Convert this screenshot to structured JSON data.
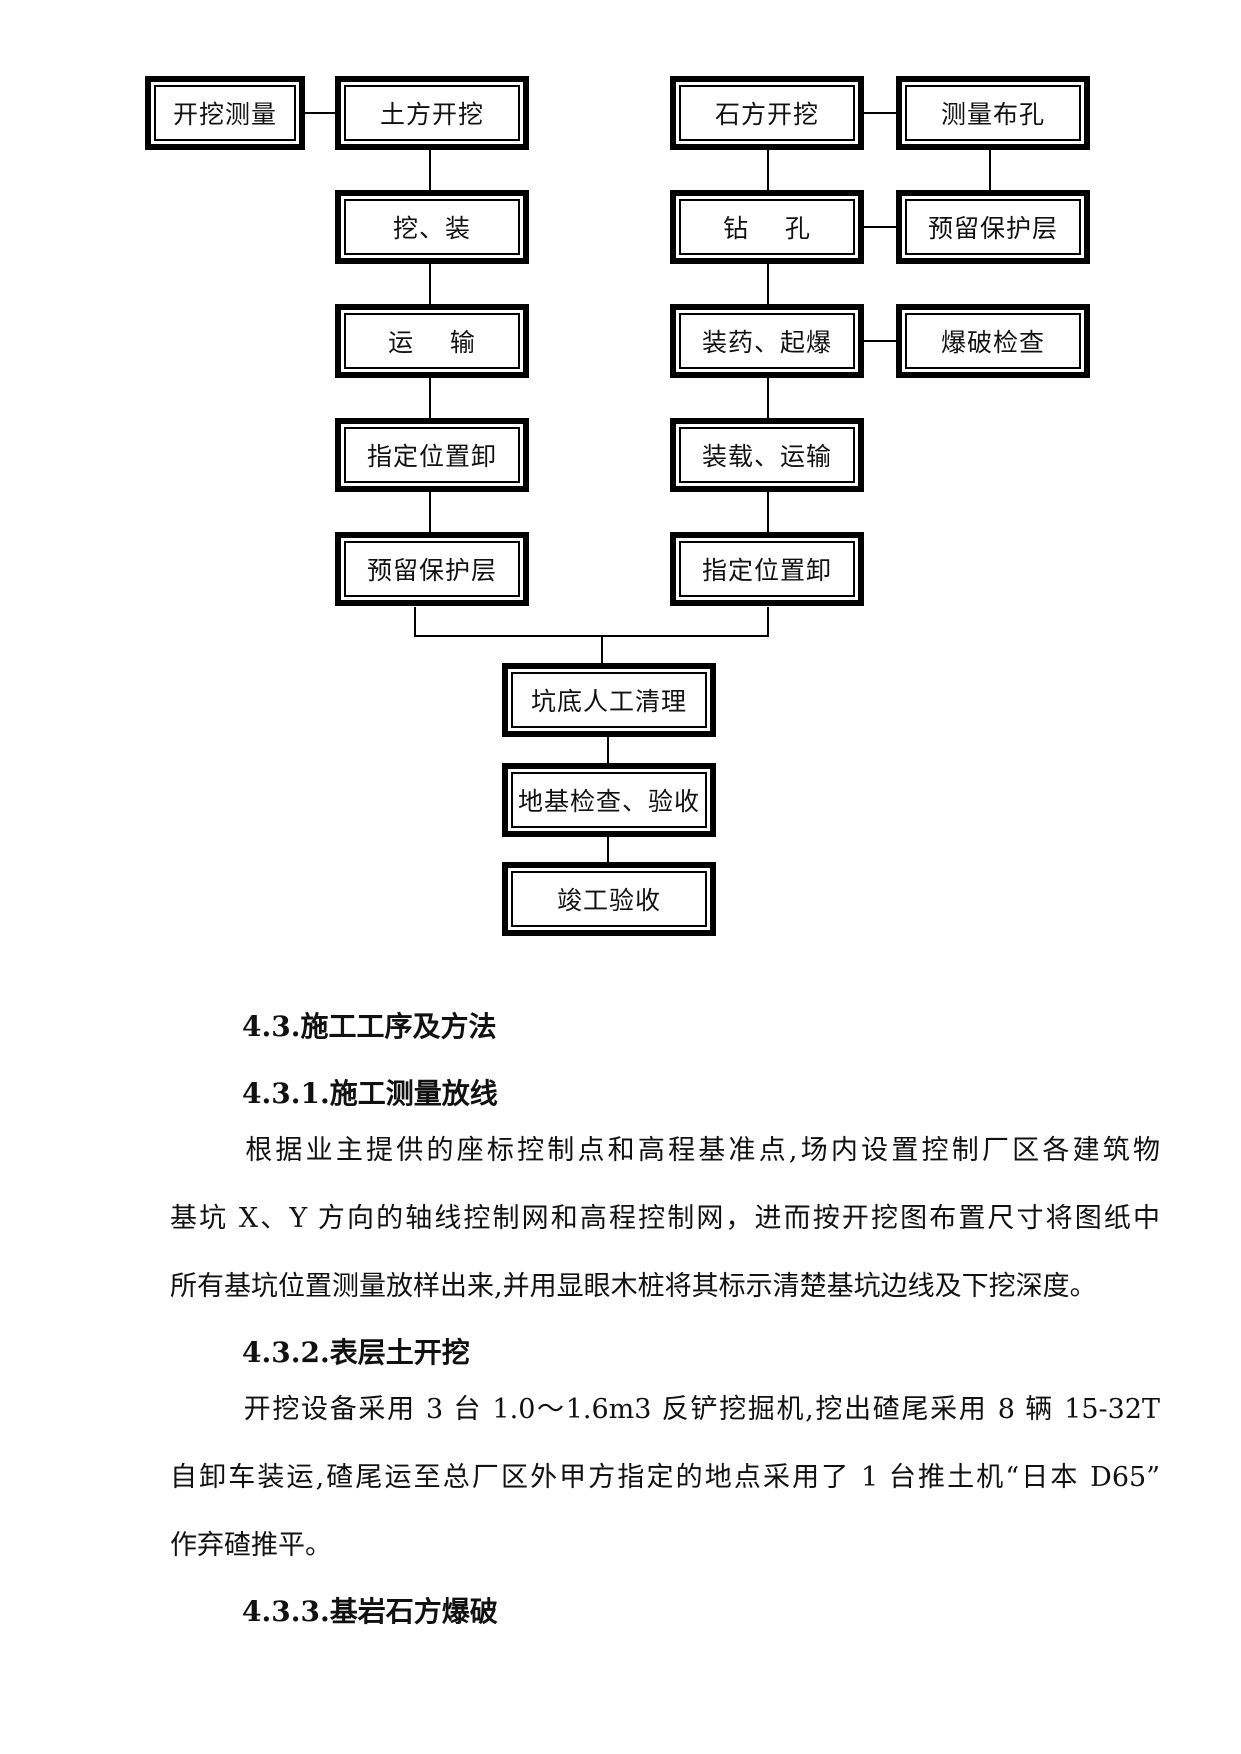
{
  "flowchart": {
    "nodes": {
      "kaiwa_celiang": "开挖测量",
      "tufang_kaiwa": "土方开挖",
      "wa_zhuang": "挖、装",
      "yunshu": "运    输",
      "zhiding_xie_left": "指定位置卸",
      "yuliu_left": "预留保护层",
      "shifang_kaiwa": "石方开挖",
      "celiang_bukong": "测量布孔",
      "zuankong": "钻    孔",
      "yuliu_right": "预留保护层",
      "zhuangyao": "装药、起爆",
      "baopo_jiancha": "爆破检查",
      "zhuangzai_yunshu": "装载、运输",
      "zhiding_xie_right": "指定位置卸",
      "kengdi_qingli": "坑底人工清理",
      "diji_jiancha": "地基检查、验收",
      "jungong_yanshou": "竣工验收"
    }
  },
  "document": {
    "h_4_3": "4.3.施工工序及方法",
    "h_4_3_1": "4.3.1.施工测量放线",
    "p1_l1": "根据业主提供的座标控制点和高程基准点,场内设置控制厂区各建筑物",
    "p1_l2": "基坑 X、Y 方向的轴线控制网和高程控制网，进而按开挖图布置尺寸将图纸中",
    "p1_l3": "所有基坑位置测量放样出来,并用显眼木桩将其标示清楚基坑边线及下挖深度。",
    "h_4_3_2": "4.3.2.表层土开挖",
    "p2_l1": "开挖设备采用 3 台 1.0～1.6m3 反铲挖掘机,挖出碴尾采用 8 辆 15-32T",
    "p2_l2": "自卸车装运,碴尾运至总厂区外甲方指定的地点采用了 1 台推土机“日本 D65”",
    "p2_l3": "作弃碴推平。",
    "h_4_3_3": "4.3.3.基岩石方爆破"
  }
}
